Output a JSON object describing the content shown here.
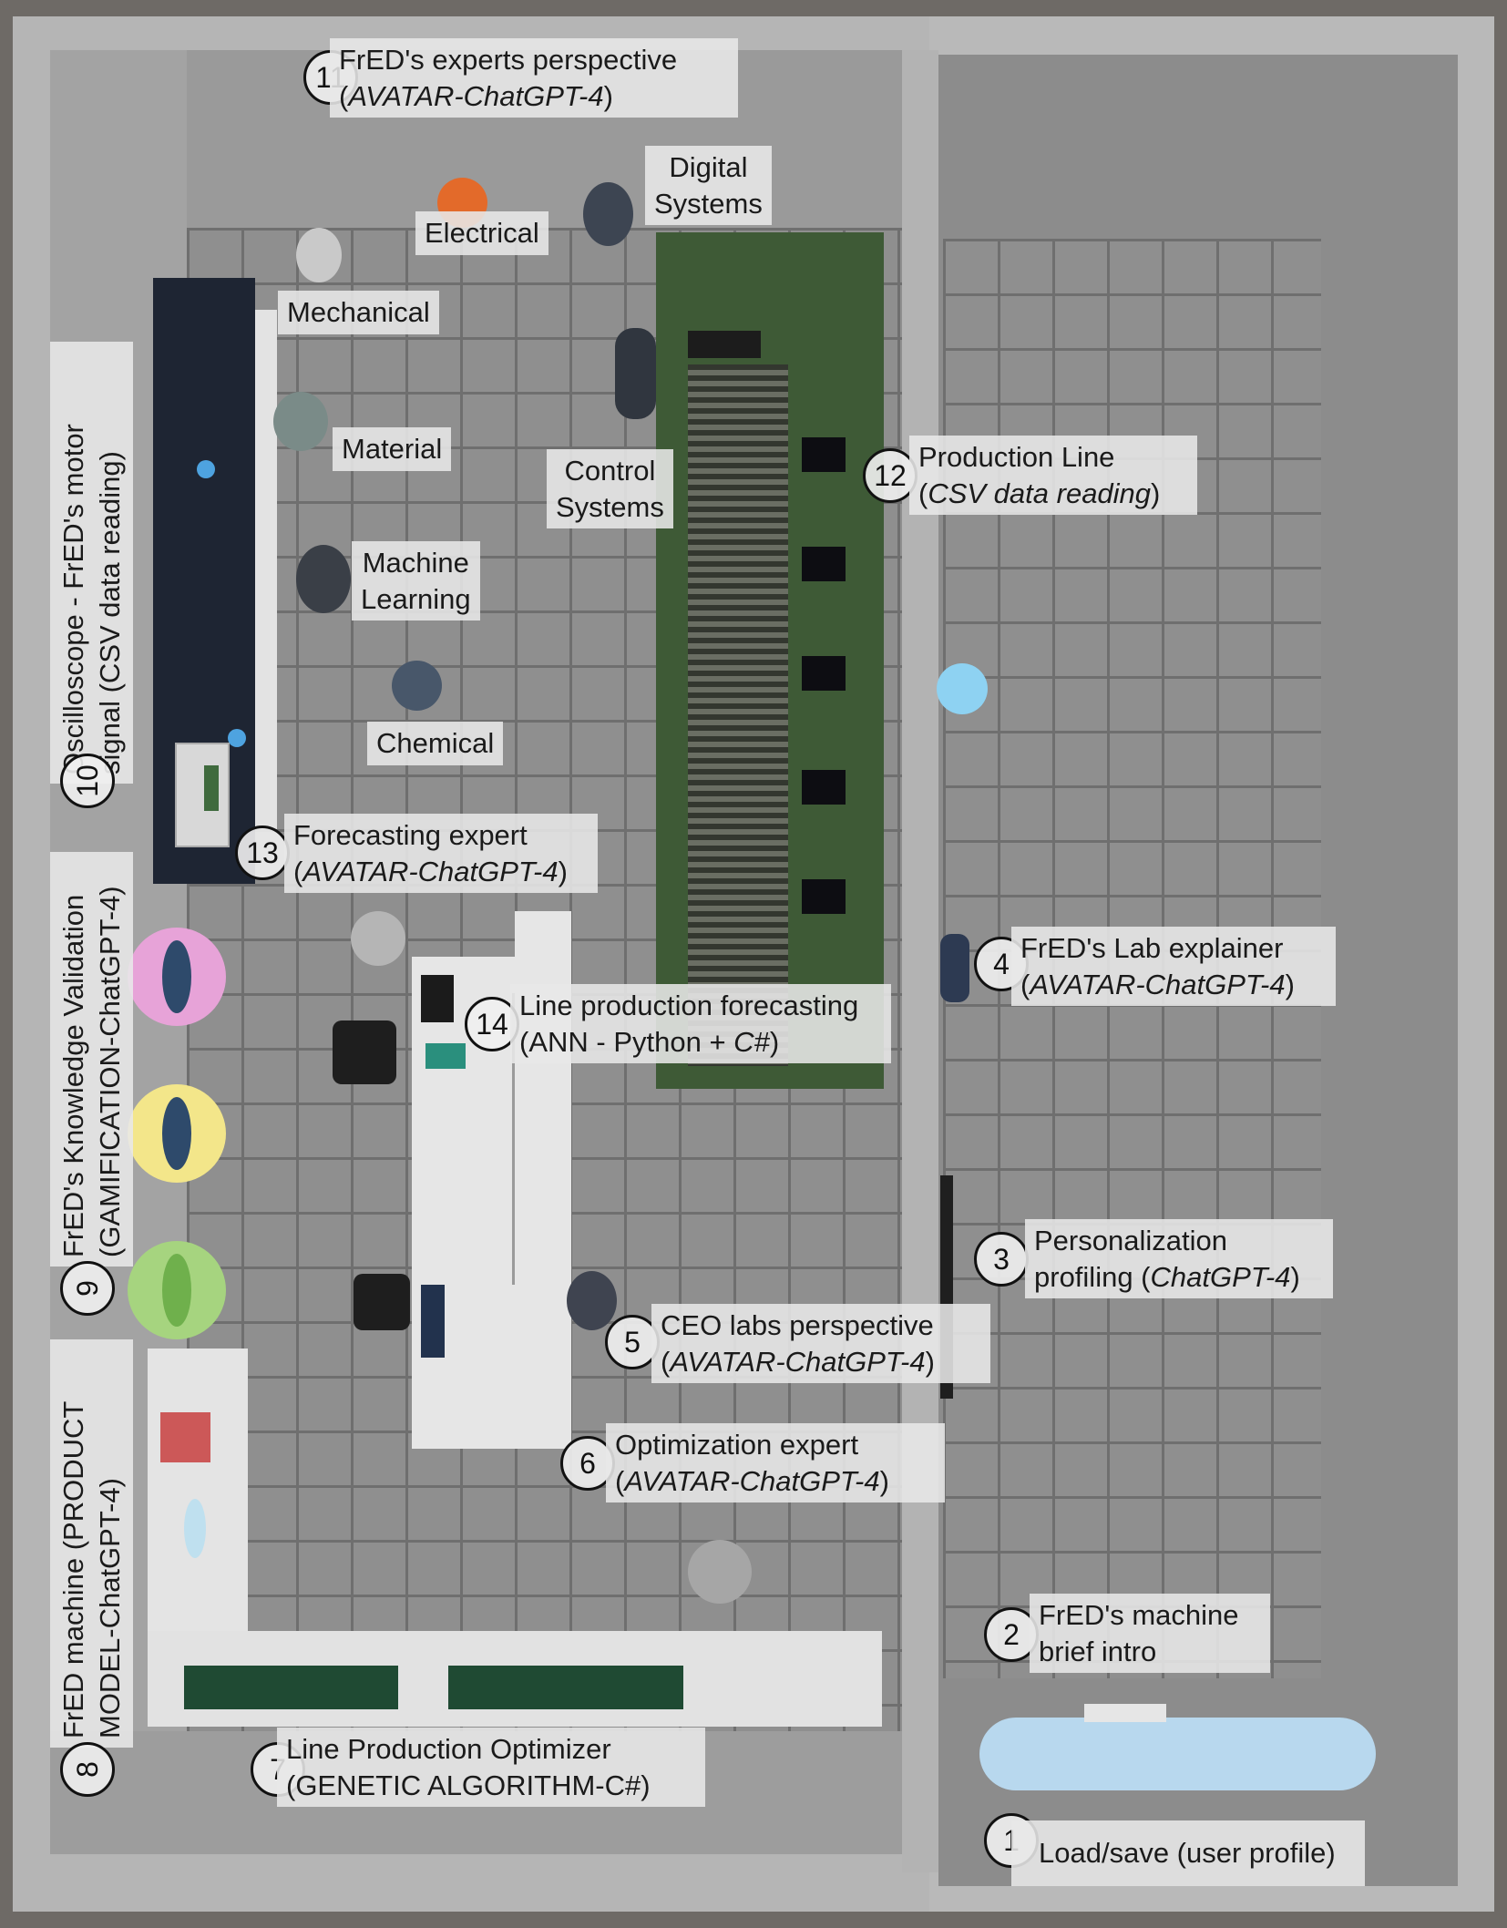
{
  "labels": {
    "l1": {
      "num": "1",
      "line1": "Load/save (user profile)",
      "line2": ""
    },
    "l2": {
      "num": "2",
      "line1": "FrED's machine",
      "line2": "brief intro"
    },
    "l3": {
      "num": "3",
      "line1": "Personalization",
      "line2a": "profiling (",
      "line2it": "ChatGPT-4",
      "line2b": ")"
    },
    "l4": {
      "num": "4",
      "line1": "FrED's Lab explainer",
      "line2a": "(",
      "line2it": "AVATAR-ChatGPT-4",
      "line2b": ")"
    },
    "l5": {
      "num": "5",
      "line1": "CEO labs perspective",
      "line2a": "(",
      "line2it": "AVATAR-ChatGPT-4",
      "line2b": ")"
    },
    "l6": {
      "num": "6",
      "line1": "Optimization expert",
      "line2a": "(",
      "line2it": "AVATAR-ChatGPT-4",
      "line2b": ")"
    },
    "l7": {
      "num": "7",
      "line1": "Line Production Optimizer",
      "line2": "(GENETIC ALGORITHM-C#)"
    },
    "l8": {
      "num": "8",
      "line1a": "FrED machine (",
      "line1it": "PRODUCT",
      "line2it": "MODEL-ChatGPT-4",
      "line2b": ")"
    },
    "l9": {
      "num": "9",
      "line1": "FrED's Knowledge Validation",
      "line2a": "(",
      "line2it": "GAMIFICATION-ChatGPT-4",
      "line2b": ")"
    },
    "l10": {
      "num": "10",
      "line1": "Oscilloscope - FrED's motor",
      "line2": "signal (CSV data reading)"
    },
    "l11": {
      "num": "11",
      "line1": "FrED's experts perspective",
      "line2a": "(",
      "line2it": "AVATAR-ChatGPT-4",
      "line2b": ")"
    },
    "l12": {
      "num": "12",
      "line1": "Production Line",
      "line2a": "(",
      "line2it": "CSV data reading",
      "line2b": ")"
    },
    "l13": {
      "num": "13",
      "line1": "Forecasting expert",
      "line2a": "(",
      "line2it": "AVATAR-ChatGPT-4",
      "line2b": ")"
    },
    "l14": {
      "num": "14",
      "line1": "Line production forecasting",
      "line2a": "(ANN - Python + ",
      "line2it": "C#",
      "line2b": ")"
    }
  },
  "experts": {
    "digital": {
      "line1": "Digital",
      "line2": "Systems"
    },
    "electrical": "Electrical",
    "mechanical": "Mechanical",
    "material": "Material",
    "control": {
      "line1": "Control",
      "line2": "Systems"
    },
    "ml": {
      "line1": "Machine",
      "line2": "Learning"
    },
    "chemical": "Chemical"
  },
  "colors": {
    "floor": "#8f8f8f",
    "wall": "#b8b8b8",
    "conveyor": "#3e5a36",
    "panel": "#1e2533",
    "portal_pink": "#e7a3d8",
    "portal_yellow": "#f3e68a",
    "portal_green": "#a6d47f"
  }
}
